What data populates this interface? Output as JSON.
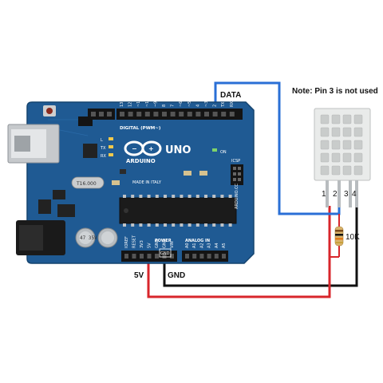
{
  "note": "Note: Pin 3 is not used",
  "labels": {
    "data": "DATA",
    "v5": "5V",
    "gnd": "GND",
    "resistor": "10K"
  },
  "sensor_pins": [
    "1",
    "2",
    "3",
    "4"
  ],
  "board": {
    "brand": "ARDUINO",
    "model": "UNO",
    "digital_header": "DIGITAL (PWM~)",
    "made_in": "MADE IN ITALY",
    "power_header": "POWER",
    "analog_header": "ANALOG IN",
    "crystal": "T16.000",
    "site": "ARDUINO.CC",
    "tx": "TX",
    "rx": "RX",
    "led_l": "L",
    "led_on": "ON",
    "icsp": "ICSP",
    "reset": "RESET",
    "aref": "AREF",
    "gnd_pin": "GND",
    "digital_pins": [
      "13",
      "12",
      "~11",
      "~10",
      "~9",
      "8",
      "7",
      "~6",
      "~5",
      "4",
      "~3",
      "2",
      "TX 1",
      "RX 0"
    ],
    "power_pins": [
      "IOREF",
      "RESET",
      "3V3",
      "5V",
      "GND",
      "GND",
      "VIN"
    ],
    "analog_pins": [
      "A0",
      "A1",
      "A2",
      "A3",
      "A4",
      "A5"
    ],
    "cap_value": "47 35V"
  },
  "colors": {
    "board": "#1f5a93",
    "wire_data": "#2a6fd6",
    "wire_5v": "#d8262b",
    "wire_gnd": "#111111",
    "sensor": "#e9ebea"
  }
}
